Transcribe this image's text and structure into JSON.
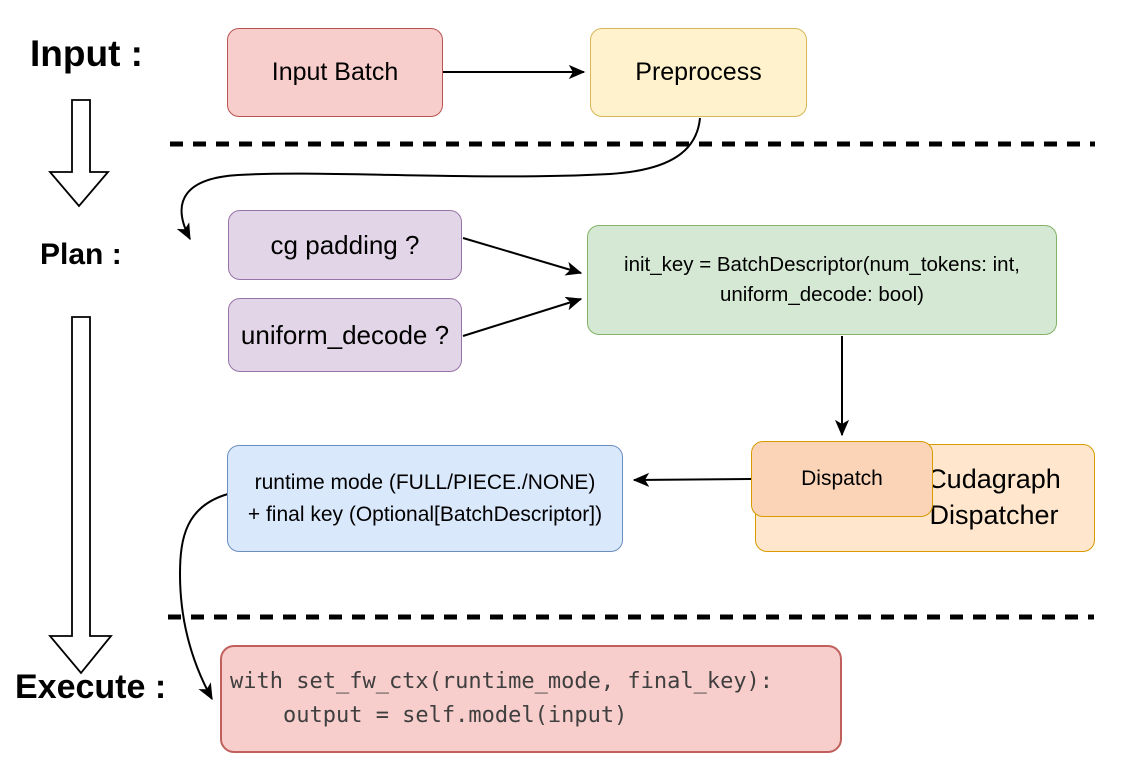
{
  "stage_labels": {
    "input": "Input :",
    "plan": "Plan :",
    "execute": "Execute :"
  },
  "nodes": {
    "input_batch": {
      "label": "Input Batch"
    },
    "preprocess": {
      "label": "Preprocess"
    },
    "cg_padding": {
      "label": "cg padding ?"
    },
    "uniform_decode": {
      "label": "uniform_decode ?"
    },
    "init_key": {
      "line1": "init_key = BatchDescriptor(num_tokens: int,",
      "line2": "uniform_decode: bool)"
    },
    "dispatch": {
      "label": "Dispatch"
    },
    "cudagraph_dispatcher": {
      "line1": "Cudagraph",
      "line2": "Dispatcher"
    },
    "runtime_mode": {
      "line1": "runtime mode (FULL/PIECE./NONE)",
      "line2": "+ final key (Optional[BatchDescriptor])"
    },
    "execute_code": {
      "line1": "with set_fw_ctx(runtime_mode, final_key):",
      "line2": "    output = self.model(input)"
    }
  },
  "palette": {
    "red_fill": "#f8cecc",
    "red_stroke": "#b85450",
    "yellow_fill": "#fff2cc",
    "yellow_stroke": "#d6b656",
    "purple_fill": "#e1d5e7",
    "purple_stroke": "#9673a6",
    "green_fill": "#d5e8d4",
    "green_stroke": "#82b366",
    "orange_fill": "#ffe6cc",
    "orange_stroke": "#d79b00",
    "peach_fill": "#fbd4b8",
    "blue_fill": "#dae8fc",
    "blue_stroke": "#6c8ebf",
    "line_color": "#000000",
    "code_text_color": "#3f3f3f"
  }
}
